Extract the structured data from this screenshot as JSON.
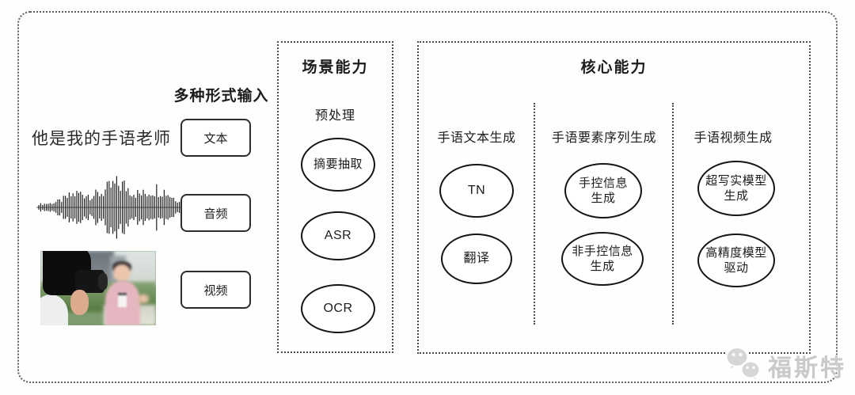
{
  "input_section": {
    "header": "多种形式输入",
    "sample_text": "他是我的手语老师",
    "text_label": "文本",
    "audio_label": "音频",
    "video_label": "视频"
  },
  "scene_section": {
    "title": "场景能力",
    "subtitle": "预处理",
    "nodes": [
      "摘要抽取",
      "ASR",
      "OCR"
    ]
  },
  "core_section": {
    "title": "核心能力",
    "columns": [
      {
        "header": "手语文本生成",
        "nodes": [
          "TN",
          "翻译"
        ]
      },
      {
        "header": "手语要素序列生成",
        "nodes": [
          "手控信息\n生成",
          "非手控信息\n生成"
        ]
      },
      {
        "header": "手语视频生成",
        "nodes": [
          "超写实模型\n生成",
          "高精度模型\n驱动"
        ]
      }
    ]
  },
  "watermark": {
    "text": "福斯特",
    "icon": "wechat-icon"
  },
  "colors": {
    "line": "#1c1c1c",
    "dashed_border": "#5c5c5c",
    "watermark_gray": "#c9c9c9"
  }
}
